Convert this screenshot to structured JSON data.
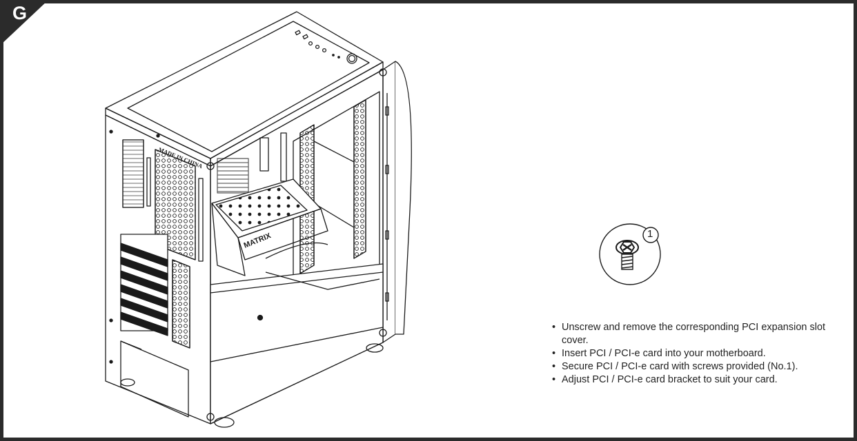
{
  "step": {
    "label": "G",
    "color": "#2b2b2b"
  },
  "case": {
    "side_text": "MADE IN CHINA",
    "gpu_text": "MATRIX"
  },
  "callout": {
    "number": "1"
  },
  "instructions": {
    "bullet": "•",
    "items": [
      {
        "text": "Unscrew and remove the corresponding PCI expansion slot cover."
      },
      {
        "text": "Insert PCI / PCI-e card into your motherboard."
      },
      {
        "text": "Secure PCI / PCI-e card with screws provided (No.1)."
      },
      {
        "text": "Adjust PCI / PCI-e card bracket to suit your card."
      }
    ]
  }
}
